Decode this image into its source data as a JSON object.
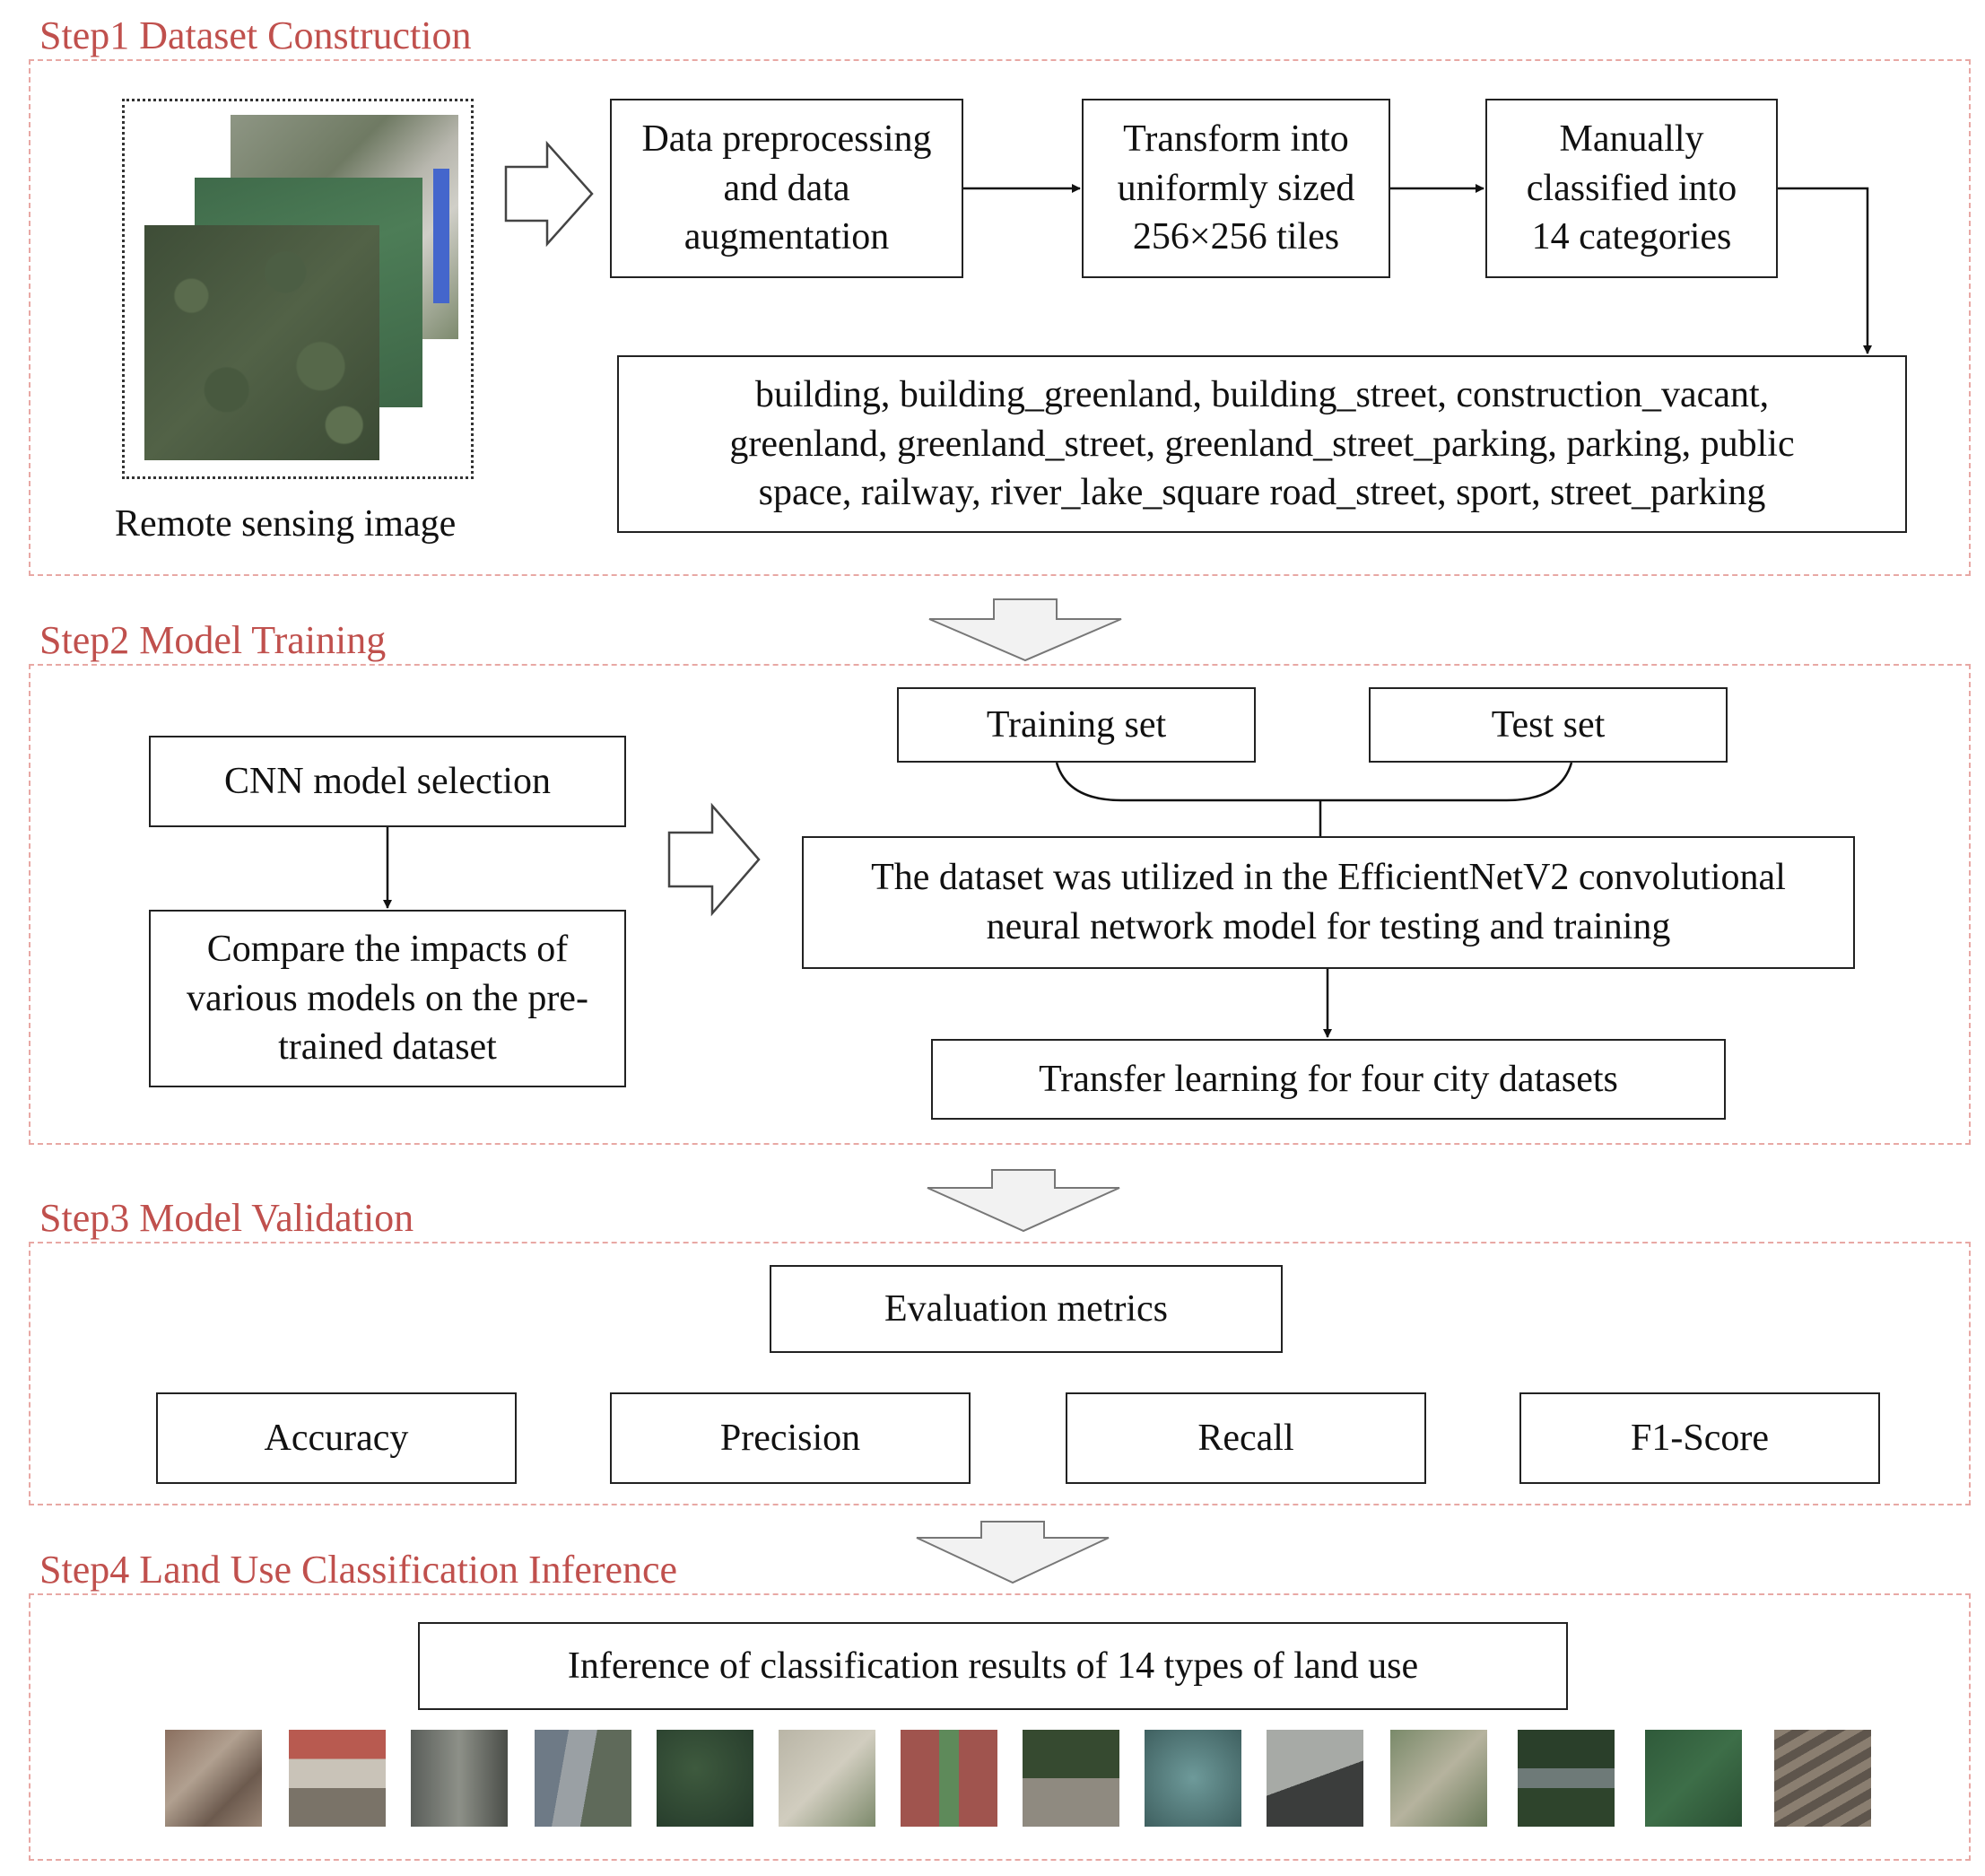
{
  "step1": {
    "title": "Step1 Dataset Construction",
    "image_caption": "Remote sensing image",
    "box_preprocess": "Data preprocessing and data augmentation",
    "box_transform": "Transform into uniformly sized 256×256 tiles",
    "box_classify": "Manually classified into 14 categories",
    "categories_text": "building, building_greenland, building_street, construction_vacant, greenland, greenland_street, greenland_street_parking, parking, public space, railway, river_lake_square road_street, sport, street_parking"
  },
  "step2": {
    "title": "Step2 Model Training",
    "box_cnn": "CNN model selection",
    "box_compare": "Compare the impacts of various models on the pre-trained dataset",
    "box_training_set": "Training set",
    "box_test_set": "Test set",
    "box_dataset": "The dataset was utilized in the EfficientNetV2 convolutional neural network model for testing and training",
    "box_transfer": "Transfer learning for four city datasets"
  },
  "step3": {
    "title": "Step3 Model Validation",
    "box_metrics": "Evaluation metrics",
    "metrics": [
      "Accuracy",
      "Precision",
      "Recall",
      "F1-Score"
    ]
  },
  "step4": {
    "title": "Step4 Land Use Classification Inference",
    "box_inference": "Inference of classification results of 14 types of land use"
  },
  "colors": {
    "step_title": "#c0504d",
    "panel_border": "#e8a8a4",
    "box_border": "#222222",
    "block_arrow_fill": "#f2f2f2"
  }
}
